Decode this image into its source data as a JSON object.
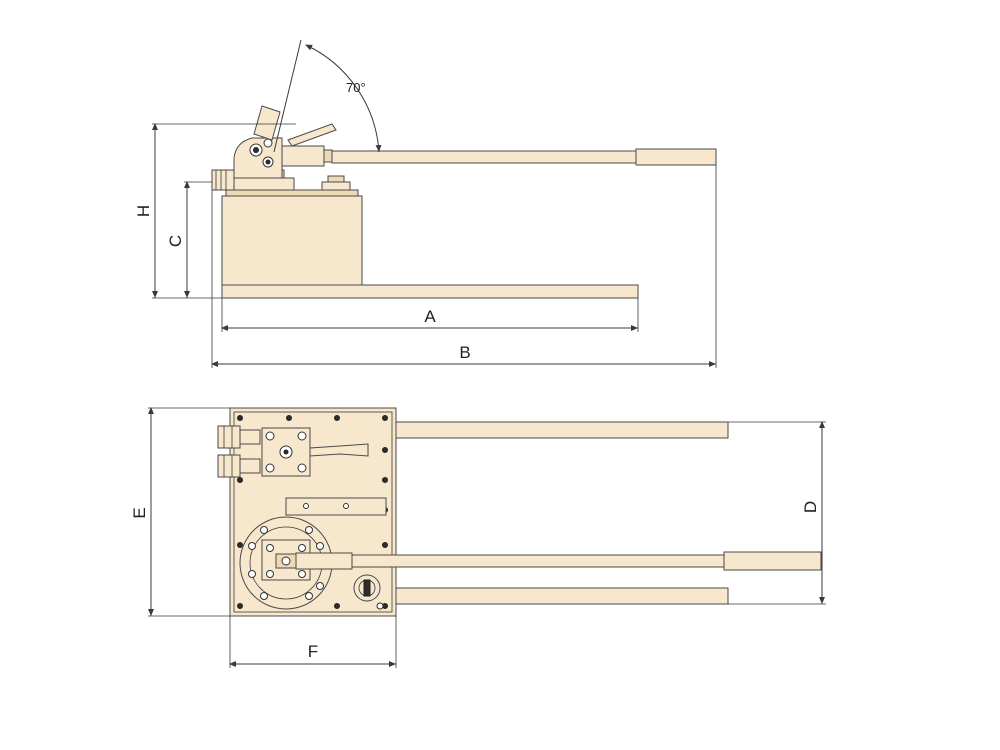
{
  "dimensions": {
    "A": "A",
    "B": "B",
    "C": "C",
    "H": "H",
    "D": "D",
    "E": "E",
    "F": "F"
  },
  "angle_label": "70°",
  "colors": {
    "body_fill": "#f7e7cc",
    "outline": "#4a4a4a",
    "dimension_line": "#3a3a3a"
  }
}
